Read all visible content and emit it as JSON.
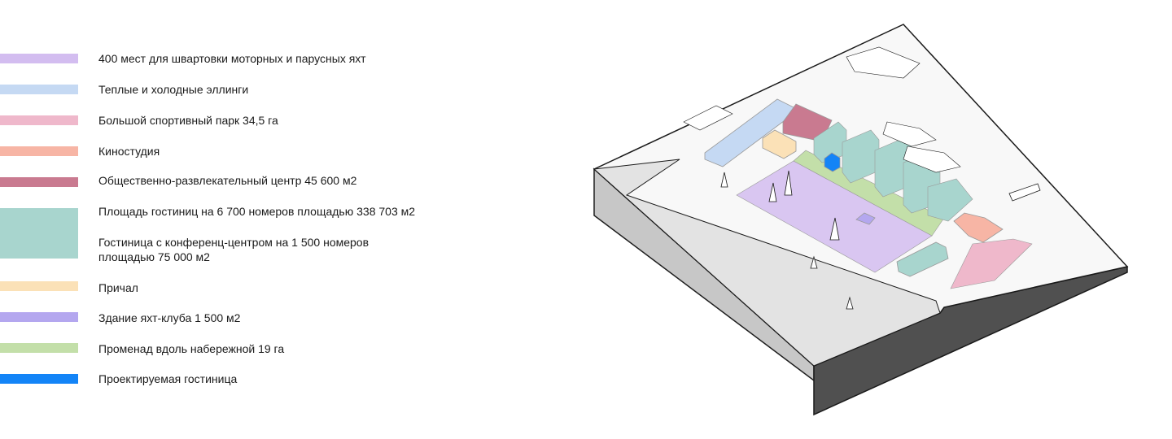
{
  "legend": {
    "items": [
      {
        "label": "400 мест для швартовки моторных и парусных яхт",
        "color": "#d3bdf0"
      },
      {
        "label": "Теплые и холодные эллинги",
        "color": "#c5d9f3"
      },
      {
        "label": "Большой спортивный парк 34,5 га",
        "color": "#efb8cb"
      },
      {
        "label": "Киностудия",
        "color": "#f7b5a5"
      },
      {
        "label": "Общественно-развлекательный центр 45 600 м2",
        "color": "#c97a90"
      },
      {
        "label": "Площадь гостиниц на 6 700 номеров площадью 338 703 м2",
        "color": "#a8d5ce"
      },
      {
        "label": "Гостиница с конференц-центром на 1 500 номеров площадью 75 000 м2",
        "color": "#a8d5ce"
      },
      {
        "label": "Причал",
        "color": "#fbe1b7"
      },
      {
        "label": "Здание яхт-клуба 1 500 м2",
        "color": "#b4a7ef"
      },
      {
        "label": "Променад вдоль набережной 19 га",
        "color": "#c3dfa9"
      },
      {
        "label": "Проектируемая гостиница",
        "color": "#1384f7"
      }
    ]
  },
  "map": {
    "colors": {
      "water": "#e3e3e3",
      "land": "#f8f8f8",
      "slab_top": "#ffffff",
      "slab_front": "#dcdcdc",
      "slab_side": "#505050",
      "outline": "#1a1a1a",
      "building_line": "#9a9a9a"
    }
  }
}
